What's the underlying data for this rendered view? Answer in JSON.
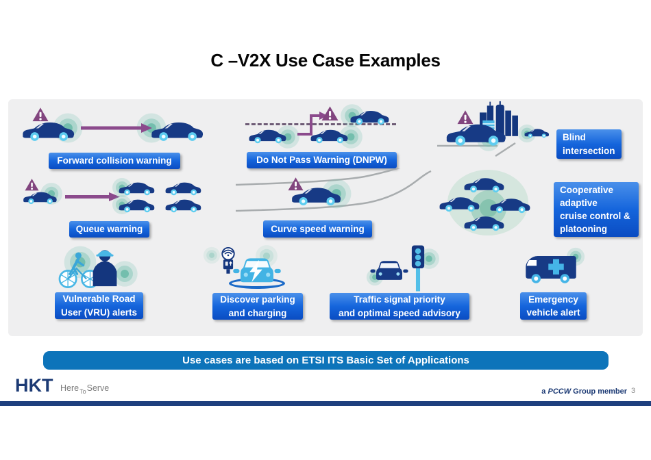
{
  "slide": {
    "title": "C –V2X Use Case Examples"
  },
  "use_cases": {
    "forward_collision": {
      "label": "Forward collision warning"
    },
    "dnpw": {
      "label": "Do Not Pass Warning (DNPW)"
    },
    "blind_intersection": {
      "line1": "Blind",
      "line2": "intersection"
    },
    "queue_warning": {
      "label": "Queue warning"
    },
    "curve_speed": {
      "label": "Curve speed warning"
    },
    "cacc": {
      "line1": "Cooperative",
      "line2": "adaptive",
      "line3": "cruise control &",
      "line4": "platooning"
    },
    "vru": {
      "line1": "Vulnerable Road",
      "line2": "User (VRU) alerts"
    },
    "parking": {
      "line1": "Discover parking",
      "line2": "and charging"
    },
    "traffic_signal": {
      "line1": "Traffic signal priority",
      "line2": "and optimal speed advisory"
    },
    "emergency": {
      "line1": "Emergency",
      "line2": "vehicle alert"
    }
  },
  "banner": {
    "text": "Use cases are based on ETSI ITS Basic Set of Applications"
  },
  "footer": {
    "logo_text": "HKT",
    "tagline": {
      "here": "Here",
      "to": "To",
      "serve": "Serve"
    },
    "member": {
      "prefix": "a ",
      "brand": "PCCW",
      "suffix": " Group member"
    },
    "page_number": "3"
  },
  "colors": {
    "label_gradient_top": "#4a90ea",
    "label_gradient_bottom": "#0a4cc2",
    "banner_blue": "#0d74ba",
    "car_navy": "#173a85",
    "accent_light_blue": "#45b5e7",
    "radar_teal": "#7cc4b4",
    "warning_purple": "#82457f",
    "arrow_purple": "#8b4a8c",
    "road_gray": "#a8acae",
    "hkt_navy": "#1c3a74",
    "footer_bar_navy": "#1e3f7e"
  },
  "icons": [
    "car-icon",
    "car-front-icon",
    "ambulance-icon",
    "warning-triangle-icon",
    "radar-waves-icon",
    "arrow-right-icon",
    "elbow-arrow-icon",
    "bicycle-rider-icon",
    "pedestrian-icon",
    "parking-meter-icon",
    "traffic-light-icon",
    "city-buildings-icon",
    "lightning-bolt-icon"
  ]
}
